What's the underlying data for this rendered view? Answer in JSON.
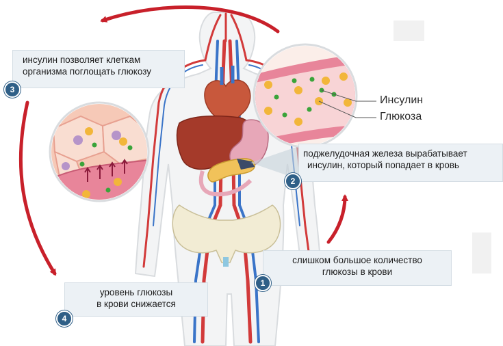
{
  "legend": {
    "insulin": "Инсулин",
    "glucose": "Глюкоза"
  },
  "steps": [
    {
      "number": "1",
      "lines": [
        "слишком большое количество",
        "глюкозы в крови"
      ]
    },
    {
      "number": "2",
      "lines": [
        "поджелудочная железа вырабатывает",
        "инсулин, который попадает в кровь"
      ]
    },
    {
      "number": "3",
      "lines": [
        "инсулин позволяет клеткам",
        "организма поглощать глюкозу"
      ]
    },
    {
      "number": "4",
      "lines": [
        "уровень глюкозы",
        "в крови снижается"
      ]
    }
  ],
  "colors": {
    "arrow": "#c8202a",
    "badge": "#2f5f87",
    "box": "#ecf1f5",
    "insulin_dot": "#3aa43a",
    "glucose_dot": "#f2b63a",
    "artery": "#d23a3a",
    "vein": "#3a74c8"
  }
}
